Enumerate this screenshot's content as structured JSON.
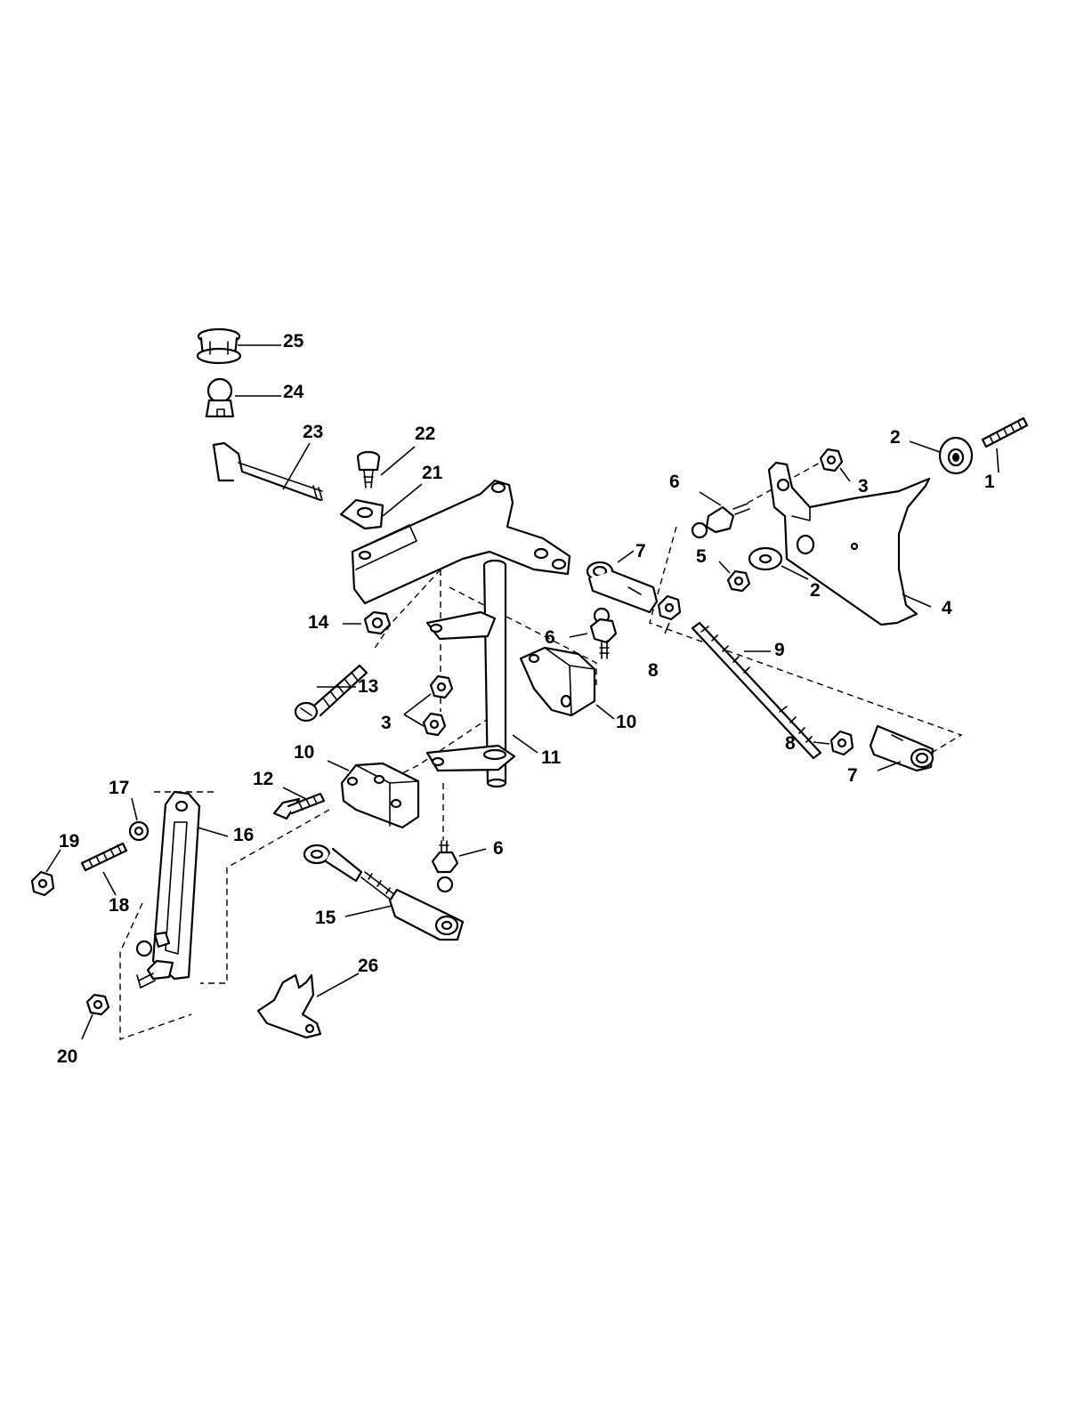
{
  "diagram": {
    "callouts": [
      "1",
      "2",
      "2",
      "3",
      "3",
      "4",
      "5",
      "6",
      "6",
      "6",
      "7",
      "7",
      "8",
      "8",
      "9",
      "10",
      "10",
      "11",
      "12",
      "13",
      "14",
      "15",
      "16",
      "17",
      "18",
      "19",
      "20",
      "21",
      "22",
      "23",
      "24",
      "25",
      "26"
    ]
  }
}
